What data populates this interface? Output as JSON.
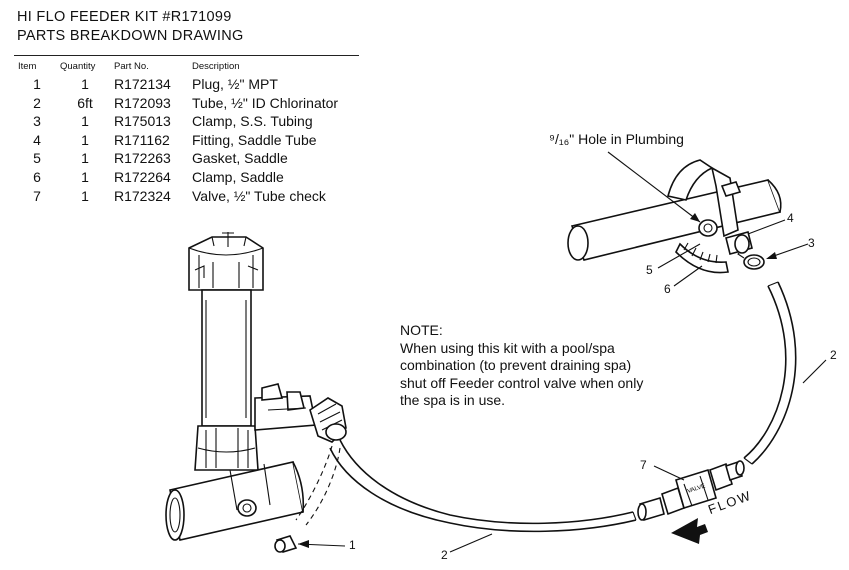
{
  "title_line1": "HI FLO FEEDER KIT #R171099",
  "title_line2": "PARTS BREAKDOWN DRAWING",
  "table": {
    "headers": [
      "Item",
      "Quantity",
      "Part No.",
      "Description"
    ],
    "rows": [
      {
        "item": "1",
        "qty": "1",
        "part": "R172134",
        "desc": "Plug, ½\" MPT"
      },
      {
        "item": "2",
        "qty": "6ft",
        "part": "R172093",
        "desc": "Tube, ½\" ID Chlorinator"
      },
      {
        "item": "3",
        "qty": "1",
        "part": "R175013",
        "desc": "Clamp, S.S. Tubing"
      },
      {
        "item": "4",
        "qty": "1",
        "part": "R171162",
        "desc": "Fitting, Saddle Tube"
      },
      {
        "item": "5",
        "qty": "1",
        "part": "R172263",
        "desc": "Gasket, Saddle"
      },
      {
        "item": "6",
        "qty": "1",
        "part": "R172264",
        "desc": "Clamp, Saddle"
      },
      {
        "item": "7",
        "qty": "1",
        "part": "R172324",
        "desc": "Valve, ½\" Tube check"
      }
    ]
  },
  "hole_label": "⁹/₁₆\" Hole in Plumbing",
  "note": {
    "heading": "NOTE:",
    "lines": [
      "When using this kit with a pool/spa",
      "combination (to prevent draining spa)",
      "shut off Feeder control valve when only",
      "the spa is in use."
    ]
  },
  "callouts": {
    "c1": "1",
    "c2a": "2",
    "c2b": "2",
    "c3": "3",
    "c4": "4",
    "c5": "5",
    "c6": "6",
    "c7": "7"
  },
  "flow_label": "FLOW"
}
